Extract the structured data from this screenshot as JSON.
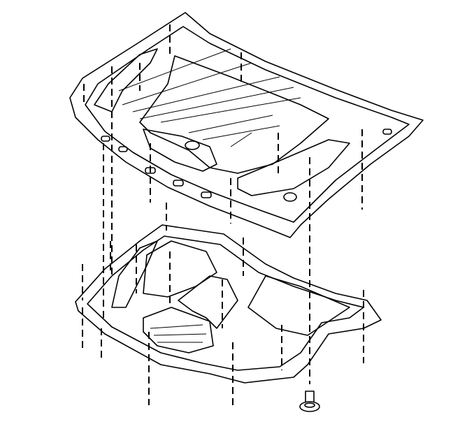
{
  "diagram": {
    "kind": "exploded-view line drawing",
    "parts": [
      "hood-panel",
      "hood-insulator",
      "insulator-retainer"
    ],
    "colors": {
      "line": "#000000",
      "background": "#ffffff"
    }
  }
}
